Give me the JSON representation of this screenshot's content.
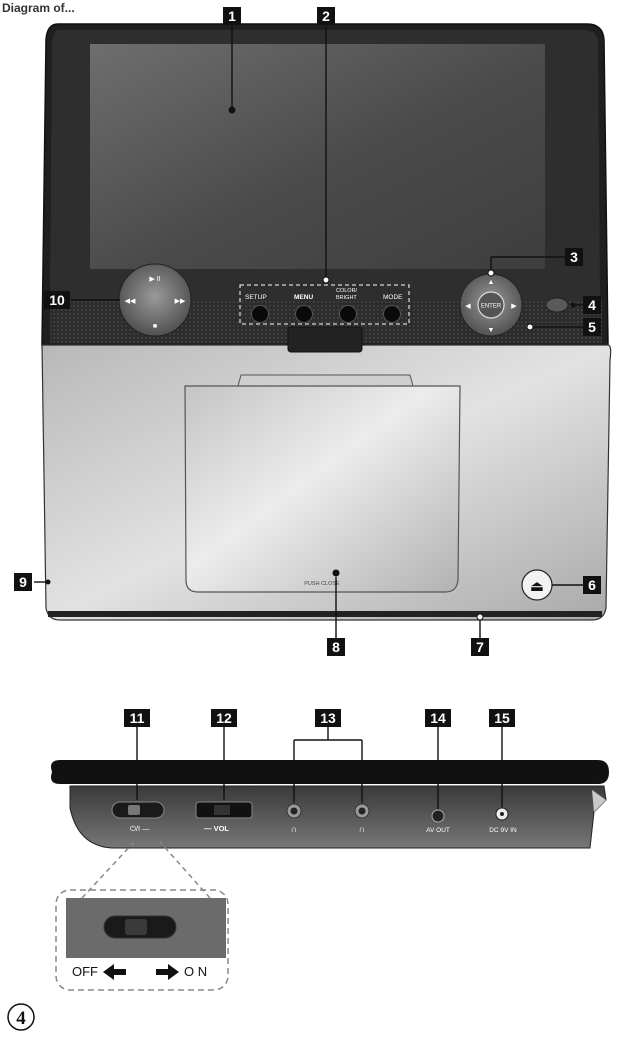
{
  "header_text": "Diagram of...",
  "callouts": [
    "1",
    "2",
    "3",
    "4",
    "5",
    "6",
    "7",
    "8",
    "9",
    "10",
    "11",
    "12",
    "13",
    "14",
    "15"
  ],
  "buttons": {
    "play_pause": "▶ II",
    "prev": "◀◀",
    "next": "▶▶",
    "stop": "■",
    "setup": "SETUP",
    "menu": "MENU",
    "color_bright_1": "COLOR/",
    "color_bright_2": "BRIGHT",
    "mode": "MODE",
    "enter": "ENTER",
    "up": "▲",
    "down": "▼",
    "left": "◀",
    "right": "▶",
    "eject": "⏏"
  },
  "lid_label": "PUSH CLOSE",
  "side_labels": {
    "power": "⏻/I —",
    "vol": "— VOL",
    "av_out": "AV OUT",
    "dc_in": "DC 9V IN"
  },
  "switch_detail": {
    "off": "OFF",
    "on": "O N"
  },
  "page_number": "4"
}
